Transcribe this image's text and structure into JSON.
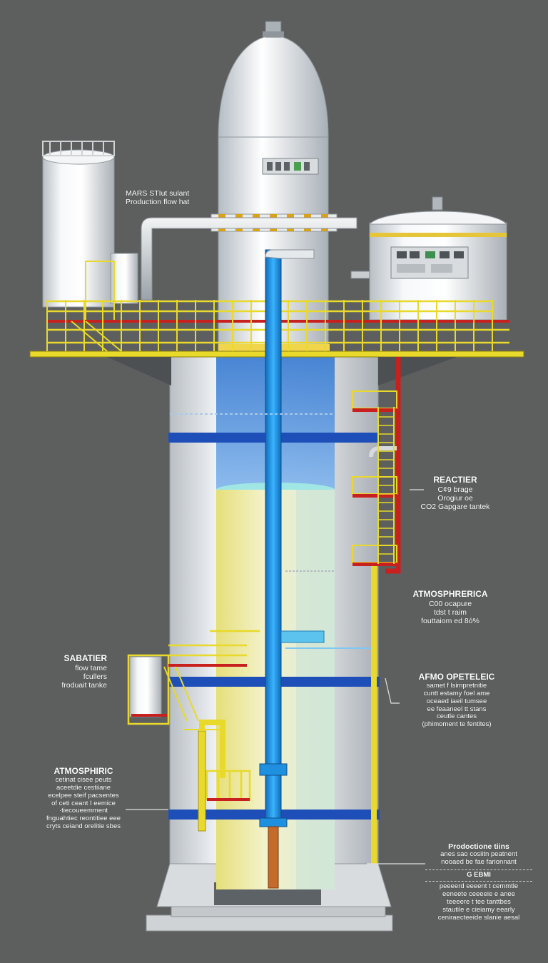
{
  "labels": {
    "top_left": {
      "line1": "MARS STIut sulant",
      "line2": "Production flow hat"
    },
    "reactier": {
      "title": "REACTIER",
      "line1": "C¢9 brage",
      "line2": "Orogiur oe",
      "line3": "CO2 Gapgare tantek"
    },
    "atmospherica": {
      "title": "ATMOSPHRERICA",
      "line1": "C00 ocapure",
      "line2": "tdst t raim",
      "line3": "fouttaiom ed 8ó%"
    },
    "sabatier": {
      "title": "SABATIER",
      "line1": "flow tame",
      "line2": "fcullers",
      "line3": "froduait tanke"
    },
    "afmo": {
      "title": "AFMO OPETELEIC",
      "lines": [
        "samet f lsimpretnitie",
        "cuntt estamy foel ame",
        "oceaed iaeil tumsee",
        "ee feaaneel tt stans",
        "ceutle cantes",
        "(phimoment te fentites)"
      ]
    },
    "atmosphiric": {
      "title": "ATMOSPHIRIC",
      "lines": [
        "cetinat cisee peuts",
        "aceetdie cestiiane",
        "ecelpee steif pacsentes",
        "of ceti ceant I eemice",
        "·tiecoueemment",
        "fnguahtiec reontitiee eee",
        "cryts ceiand orelitie sbes"
      ]
    },
    "production": {
      "title": "Prodoctione tiins",
      "lines": [
        "anes sao cosiitn peatnent",
        "nooaed be fae farionnant"
      ],
      "mark": "G EBMI",
      "lines2": [
        "peeeerd eeeent t cemmtle",
        "eeneete ceeeeie e anee",
        "teeeere t tee tanttbes",
        "stautile e cieiamy eearly",
        "ceniraecteeide slanie aesal"
      ]
    }
  },
  "colors": {
    "background": "#5d5f5f",
    "tank_white": "#eef1f3",
    "railing_yellow": "#e8d92a",
    "pipe_blue": "#1f8fe0",
    "band_blue": "#1e4fb8",
    "pipe_red": "#c8201e",
    "pipe_orange": "#c46a2a"
  }
}
